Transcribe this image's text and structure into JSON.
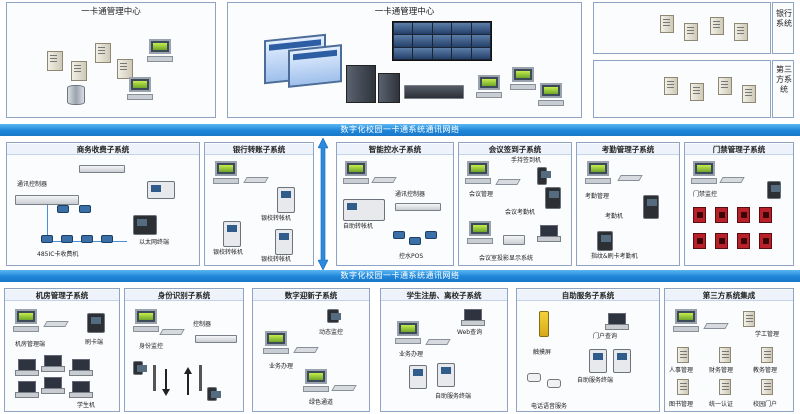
{
  "top": {
    "left_center": "一卡通管理中心",
    "main_center": "一卡通管理中心",
    "bank_system": "银行系统",
    "third_party_system": "第三方系统"
  },
  "bands": {
    "upper": "数字化校园一卡通系统通讯网络",
    "lower": "数字化校园一卡通系统通讯网络"
  },
  "row1": {
    "commerce": {
      "title": "商务收费子系统",
      "labels": {
        "controller": "通讯控制器",
        "ethernet_terminal": "以太网终端",
        "reader485": "485IC卡收费机"
      }
    },
    "bank_transfer": {
      "title": "银行转账子系统",
      "labels": {
        "t1": "银校转帐机",
        "t2": "银校转帐机",
        "t3": "银校转帐机"
      }
    },
    "water": {
      "title": "智能控水子系统",
      "labels": {
        "controller": "通讯控制器",
        "self_transfer": "自助转帐机",
        "pos": "控水POS"
      }
    },
    "meeting": {
      "title": "会议签到子系统",
      "labels": {
        "handheld": "手持签到机",
        "mgmt": "会议管理",
        "checkin": "会议考勤机",
        "display": "会议室投影显示系统"
      }
    },
    "attendance": {
      "title": "考勤管理子系统",
      "labels": {
        "mgmt": "考勤管理",
        "machine": "考勤机",
        "finger": "指纹&刷卡考勤机"
      }
    },
    "access": {
      "title": "门禁管理子系统",
      "labels": {
        "control": "门禁监控"
      }
    }
  },
  "row2": {
    "lab": {
      "title": "机房管理子系统",
      "labels": {
        "mgmt": "机房管理端",
        "reader": "刷卡端",
        "client": "学生机"
      }
    },
    "identity": {
      "title": "身份识别子系统",
      "labels": {
        "controller": "控制器",
        "monitor": "身份监控"
      }
    },
    "freshmen": {
      "title": "数字迎新子系统",
      "labels": {
        "dynamic": "动态监控",
        "service": "业务办理",
        "green": "绿色通道"
      }
    },
    "registration": {
      "title": "学生注册、离校子系统",
      "labels": {
        "web": "Web查询",
        "service": "业务办理",
        "terminal": "自助服务终端"
      }
    },
    "selfservice": {
      "title": "自助服务子系统",
      "labels": {
        "touch": "触摸屏",
        "portal_query": "门户查询",
        "terminal": "自助服务终端",
        "voice": "电话语音服务"
      }
    },
    "third_party": {
      "title": "第三方系统集成",
      "labels": {
        "student_mgmt": "学工管理",
        "hr": "人事管理",
        "finance": "财务管理",
        "academic": "教务管理",
        "library": "图书管理",
        "auth": "统一认证",
        "portal": "校园门户"
      }
    }
  }
}
